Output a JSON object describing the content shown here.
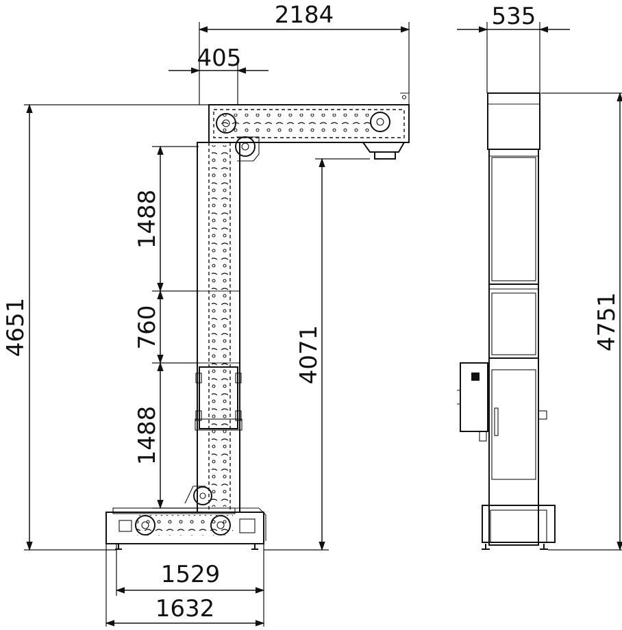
{
  "dimensions": {
    "overall_width": "2184",
    "top_offset": "405",
    "side_width": "535",
    "overall_height": "4651",
    "segment_upper": "1488",
    "segment_middle": "760",
    "segment_lower": "1488",
    "discharge_height": "4071",
    "side_height": "4751",
    "inner_base_width": "1529",
    "outer_base_width": "1632"
  }
}
